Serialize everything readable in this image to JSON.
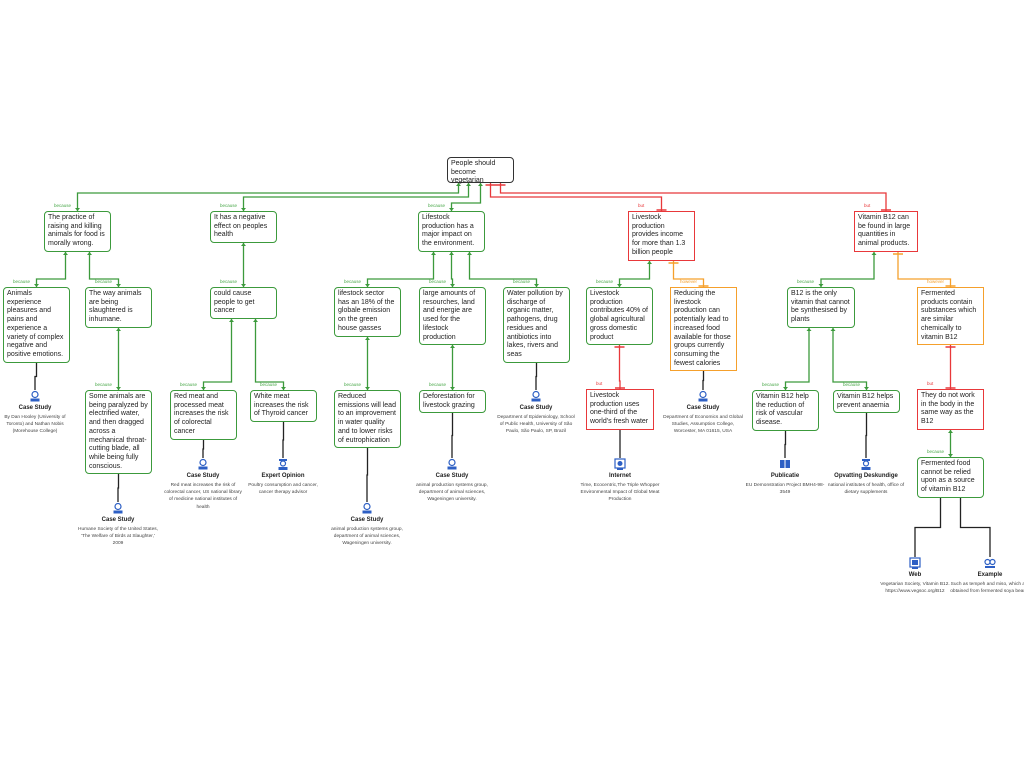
{
  "relations": {
    "because": "because",
    "but": "but",
    "however": "however"
  },
  "nodes": {
    "root": "People should become vegetarian",
    "A": "The practice of raising and killing animals for food is morally wrong.",
    "A1": "Animals experience pleasures and pains and experience a variety of complex negative and positive emotions.",
    "A2": "The way animals are being slaughtered is inhumane.",
    "A2a": "Some animals are being paralyzed by electrified water, and then dragged across a mechanical throat-cutting blade, all while being fully conscious.",
    "B": "It has a negative effect on peoples health",
    "B1": "could cause people to get cancer",
    "B1a": "Red meat and processed meat increases the risk of colorectal cancer",
    "B1b": "White meat increases the risk of Thyroid cancer",
    "C": "Lifestock production has a major impact on the environment.",
    "C1": "lifestock sector has an 18% of the globale emission on the green house gasses",
    "C1a": "Reduced emissions will lead to an improvement in water quality and to lower risks of eutrophication",
    "C2": "large amounts of resourches, land and energie are used for the lifestock production",
    "C2a": "Deforestation for livestock grazing",
    "C3": "Water pollution by discharge of organic matter, pathogens, drug residues and antibiotics into lakes, rivers and seas",
    "D": "Livestock production provides income for more than 1.3 billion people",
    "D1": "Livestock production contributes 40% of global agricultural gross domestic product",
    "D1a": "Livestock production uses one-third of the world's fresh water",
    "D2": "Reducing the livestock production can potentially lead to increased food available for those groups currently consuming the fewest calories",
    "E": "Vitamin B12 can be found in large quantities in animal products.",
    "E1": "B12 is the only vitamin that cannot be synthesised by plants",
    "E1a": "Vitamin B12 help the reduction of risk of vascular disease.",
    "E1b": "Vitamin B12 helps prevent anaemia",
    "E2": "Fermented products contain substances which are similar chemically to vitamin B12",
    "E2a": "They do not work in the body in the same way as the B12",
    "E2a1": "Fermented food cannot be relied upon as a source of vitamin B12"
  },
  "evidence": {
    "A1": {
      "type": "Case Study",
      "text": "By Dan Hooley (University of Toronto) and Nathan Nobis (Morehouse College)"
    },
    "A2a": {
      "type": "Case Study",
      "text": "Humane Society of the United States, 'The Welfare of Birds at Slaughter,' 2009"
    },
    "B1a": {
      "type": "Case Study",
      "text": "Red meat increases the risk of colorectal cancer, US national library of medicine national institutes of health"
    },
    "B1b": {
      "type": "Expert Opinion",
      "text": "Poultry consumption and cancer, cancer therapy advisor"
    },
    "C1a": {
      "type": "Case Study",
      "text": "animal production systems group, department of animal sciences, Wageningen university."
    },
    "C2a": {
      "type": "Case Study",
      "text": "animal production systems group, department of animal sciences, Wageningen university."
    },
    "C3": {
      "type": "Case Study",
      "text": "Department of Epidemiology, School of Public Health, University of São Paulo, São Paulo, SP, Brazil"
    },
    "D1a": {
      "type": "Internet",
      "text": "Time, Ecocentric,The Triple Whopper Environmental Impact of Global Meat Production"
    },
    "D2": {
      "type": "Case Study",
      "text": "Department of Economics and Global Studies, Assumption College, Worcester, MA 01615, USA"
    },
    "E1a": {
      "type": "Publicatie",
      "text": "EU Demonstration Project BMH4-98-3549"
    },
    "E1b": {
      "type": "Opvatting Deskundige",
      "text": "national institutes of health, office of dietary supplements"
    },
    "web": {
      "type": "Web",
      "text": "Vegetarian Society, Vitamin B12. https://www.vegsoc.org/B12"
    },
    "example": {
      "type": "Example",
      "text": "Such as tempeh and miso, which are obtained from fermented soya beans."
    }
  },
  "colors": {
    "support": "#3c9a3c",
    "objection": "#e8383a",
    "rebuttal": "#f5a02c",
    "evidence": "#222222",
    "icon": "#2d5fc4"
  }
}
